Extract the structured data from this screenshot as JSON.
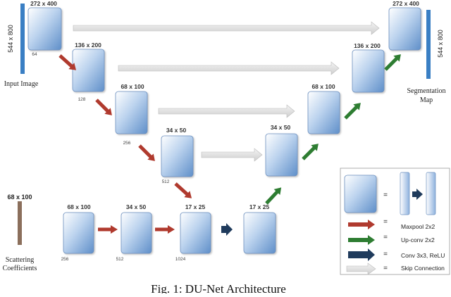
{
  "labels": {
    "input_image": "Input Image",
    "input_size": "544 x 800",
    "seg_map_line1": "Segmentation",
    "seg_map_line2": "Map",
    "seg_size": "544 x 800",
    "scattering_line1": "Scattering",
    "scattering_line2": "Coefficients",
    "scattering_size": "68 x 100"
  },
  "encoder": [
    {
      "dim": "272 x 400",
      "channels": "64"
    },
    {
      "dim": "136 x 200",
      "channels": "128"
    },
    {
      "dim": "68 x 100",
      "channels": "256"
    },
    {
      "dim": "34 x 50",
      "channels": "512"
    }
  ],
  "scatter_path": [
    {
      "dim": "68 x 100",
      "channels": "256"
    },
    {
      "dim": "34 x 50",
      "channels": "512"
    },
    {
      "dim": "17 x 25",
      "channels": "1024"
    }
  ],
  "decoder": [
    {
      "dim": "17 x 25"
    },
    {
      "dim": "34 x 50"
    },
    {
      "dim": "68 x 100"
    },
    {
      "dim": "136 x 200"
    },
    {
      "dim": "272 x 400"
    }
  ],
  "legend": {
    "equals": "=",
    "maxpool": "Maxpool 2x2",
    "upconv": "Up-conv 2x2",
    "conv": "Conv 3x3, ReLU",
    "skip": "Skip Connection"
  },
  "caption": "Fig. 1: DU-Net Architecture",
  "colors": {
    "maxpool_arrow": "#b03a2e",
    "upconv_arrow": "#2e7d32",
    "conv_arrow": "#1f3b5c",
    "skip_arrow": "#dcdcdc",
    "input_bar": "#3a7fc4",
    "scatter_bar": "#8b6f5c"
  }
}
